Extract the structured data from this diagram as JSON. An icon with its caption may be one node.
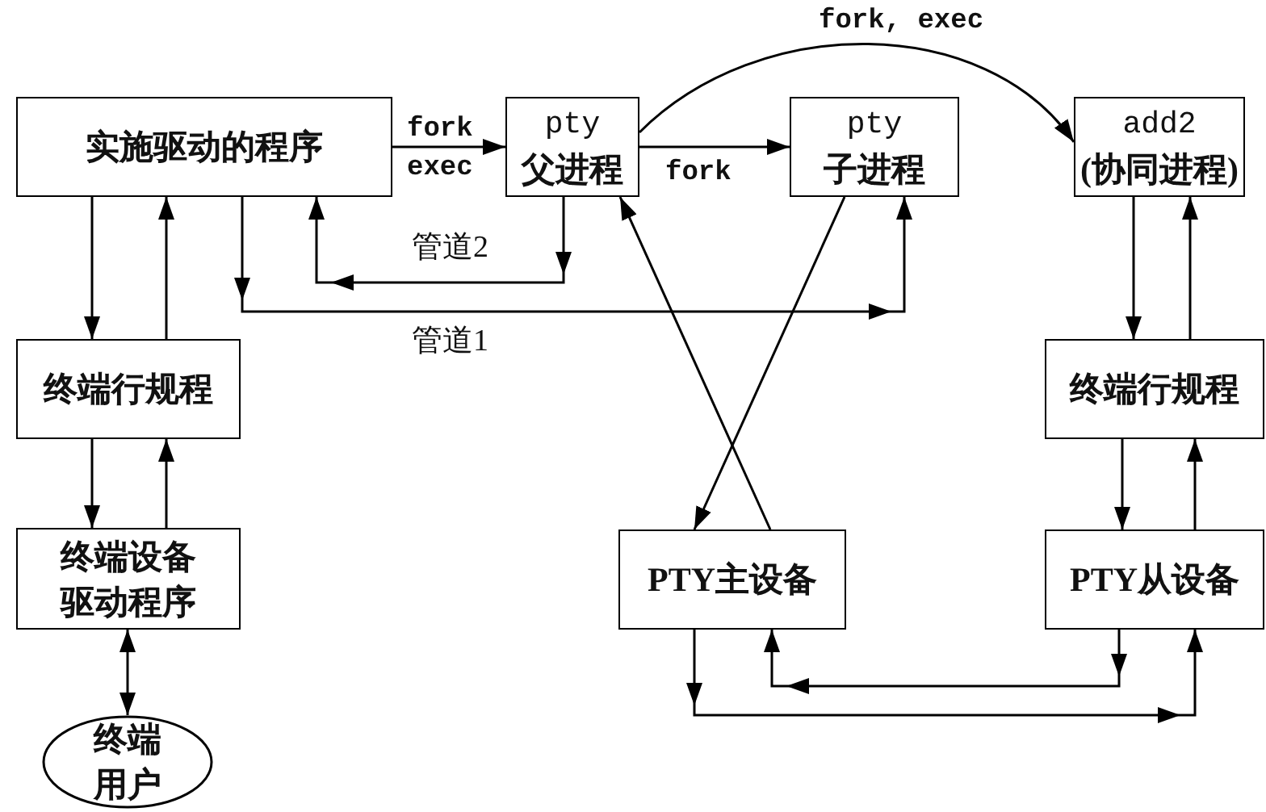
{
  "diagram": {
    "nodes": [
      {
        "text": [
          "实施驱动的程序"
        ]
      },
      {
        "text": [
          "pty",
          "父进程"
        ]
      },
      {
        "text": [
          "pty",
          "子进程"
        ]
      },
      {
        "text": [
          "add2",
          "(协同进程)"
        ]
      },
      {
        "text": [
          "终端行规程"
        ]
      },
      {
        "text": [
          "终端设备驱动程序"
        ]
      },
      {
        "text": [
          "终端用户"
        ]
      },
      {
        "text": [
          "终端行规程"
        ]
      },
      {
        "text": [
          "PTY主设备"
        ]
      },
      {
        "text": [
          "PTY从设备"
        ]
      }
    ],
    "edges": [
      {
        "from": 0,
        "to": 1,
        "arrow": "to",
        "label": "fork exec"
      },
      {
        "from": 1,
        "to": 2,
        "arrow": "to",
        "label": "fork"
      },
      {
        "from": 1,
        "to": 3,
        "arrow": "to",
        "label": "fork, exec"
      },
      {
        "from": 0,
        "to": 4,
        "arrow": "to"
      },
      {
        "from": 4,
        "to": 0,
        "arrow": "to"
      },
      {
        "from": 4,
        "to": 5,
        "arrow": "to"
      },
      {
        "from": 5,
        "to": 4,
        "arrow": "to"
      },
      {
        "from": 5,
        "to": 6,
        "arrow": "both"
      },
      {
        "from": 1,
        "to": 0,
        "arrow": "to",
        "label": "管道2"
      },
      {
        "from": 0,
        "to": 2,
        "arrow": "to",
        "label": "管道1"
      },
      {
        "from": 2,
        "to": 8,
        "arrow": "to"
      },
      {
        "from": 8,
        "to": 1,
        "arrow": "to"
      },
      {
        "from": 3,
        "to": 7,
        "arrow": "to"
      },
      {
        "from": 7,
        "to": 3,
        "arrow": "to"
      },
      {
        "from": 7,
        "to": 9,
        "arrow": "to"
      },
      {
        "from": 9,
        "to": 7,
        "arrow": "to"
      },
      {
        "from": 9,
        "to": 8,
        "arrow": "to"
      },
      {
        "from": 8,
        "to": 9,
        "arrow": "to"
      }
    ]
  }
}
